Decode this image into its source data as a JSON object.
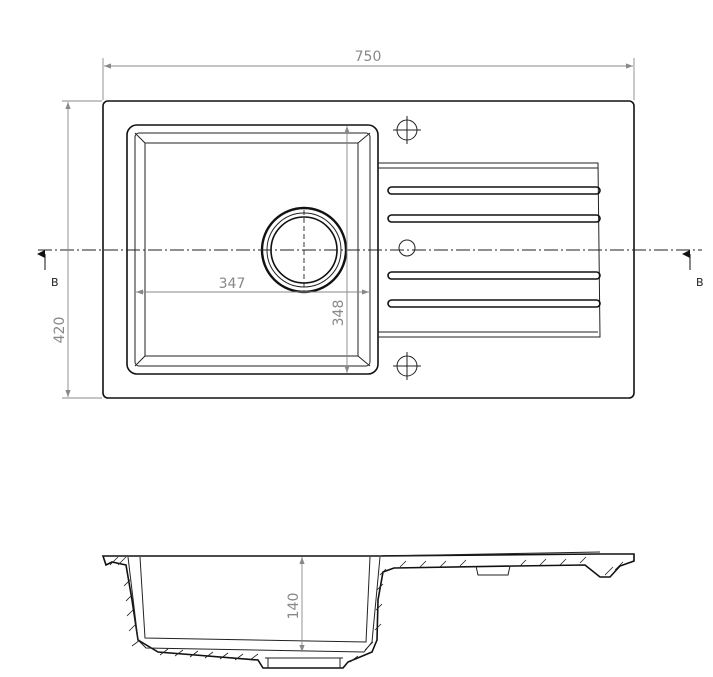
{
  "dimensions": {
    "overall_width": "750",
    "overall_depth": "420",
    "bowl_width": "347",
    "bowl_length": "348",
    "bowl_depth": "140"
  },
  "section_markers": {
    "left": "B",
    "right": "B"
  }
}
